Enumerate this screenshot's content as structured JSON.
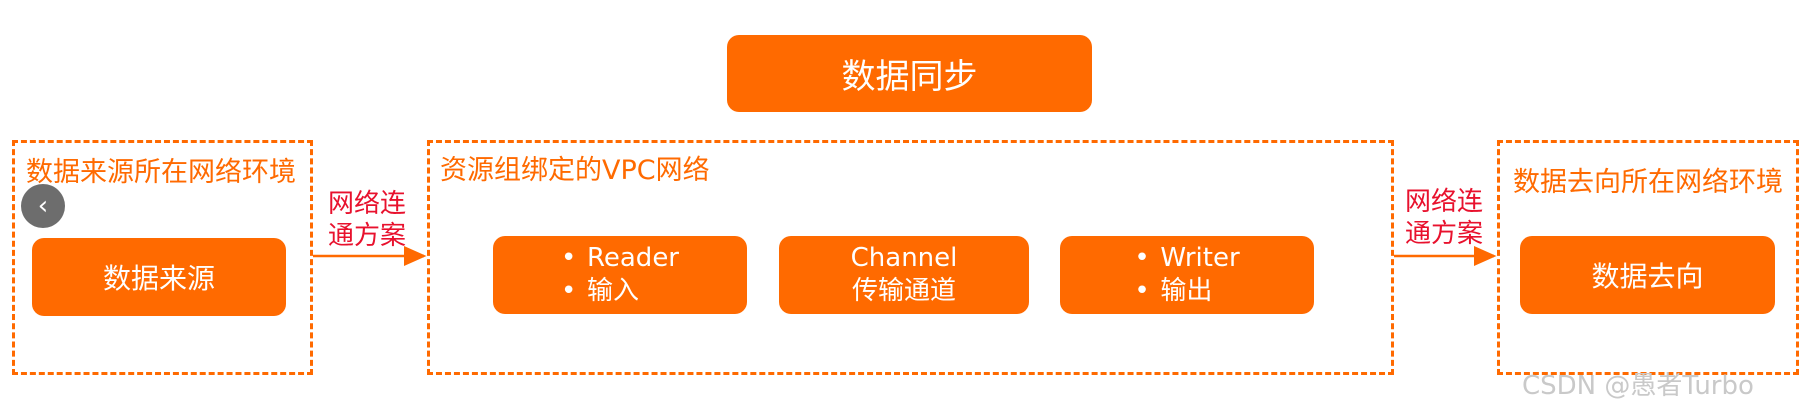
{
  "title": "数据同步",
  "source_region": {
    "label": "数据来源所在网络环境",
    "box": "数据来源"
  },
  "vpc_region": {
    "label": "资源组绑定的VPC网络",
    "reader": [
      "Reader",
      "输入"
    ],
    "channel": [
      "Channel",
      "传输通道"
    ],
    "writer": [
      "Writer",
      "输出"
    ]
  },
  "connection_left": [
    "网络连",
    "通方案"
  ],
  "connection_right": [
    "网络连",
    "通方案"
  ],
  "dest_region": {
    "label": "数据去向所在网络环境",
    "box": "数据去向"
  },
  "back_button_glyph": "‹",
  "watermark": "CSDN @愚者Turbo",
  "colors": {
    "accent": "#ff6a00",
    "connection_text": "#e8112d",
    "watermark": "#c9c9c9"
  }
}
